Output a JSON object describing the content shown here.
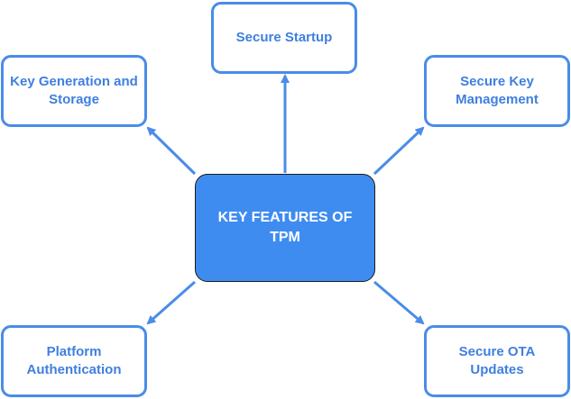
{
  "diagram": {
    "center": {
      "label_line1": "KEY FEATURES OF",
      "label_line2": "TPM"
    },
    "nodes": {
      "secure_startup": {
        "label_line1": "Secure Startup"
      },
      "key_generation": {
        "label_line1": "Key Generation and",
        "label_line2": "Storage"
      },
      "secure_key_management": {
        "label_line1": "Secure Key",
        "label_line2": "Management"
      },
      "platform_authentication": {
        "label_line1": "Platform",
        "label_line2": "Authentication"
      },
      "secure_ota_updates": {
        "label_line1": "Secure OTA",
        "label_line2": "Updates"
      }
    },
    "colors": {
      "accent": "#4a8ce8",
      "center_fill": "#3f8cf0",
      "center_text": "#ffffff",
      "node_text": "#3f7fdf"
    }
  }
}
